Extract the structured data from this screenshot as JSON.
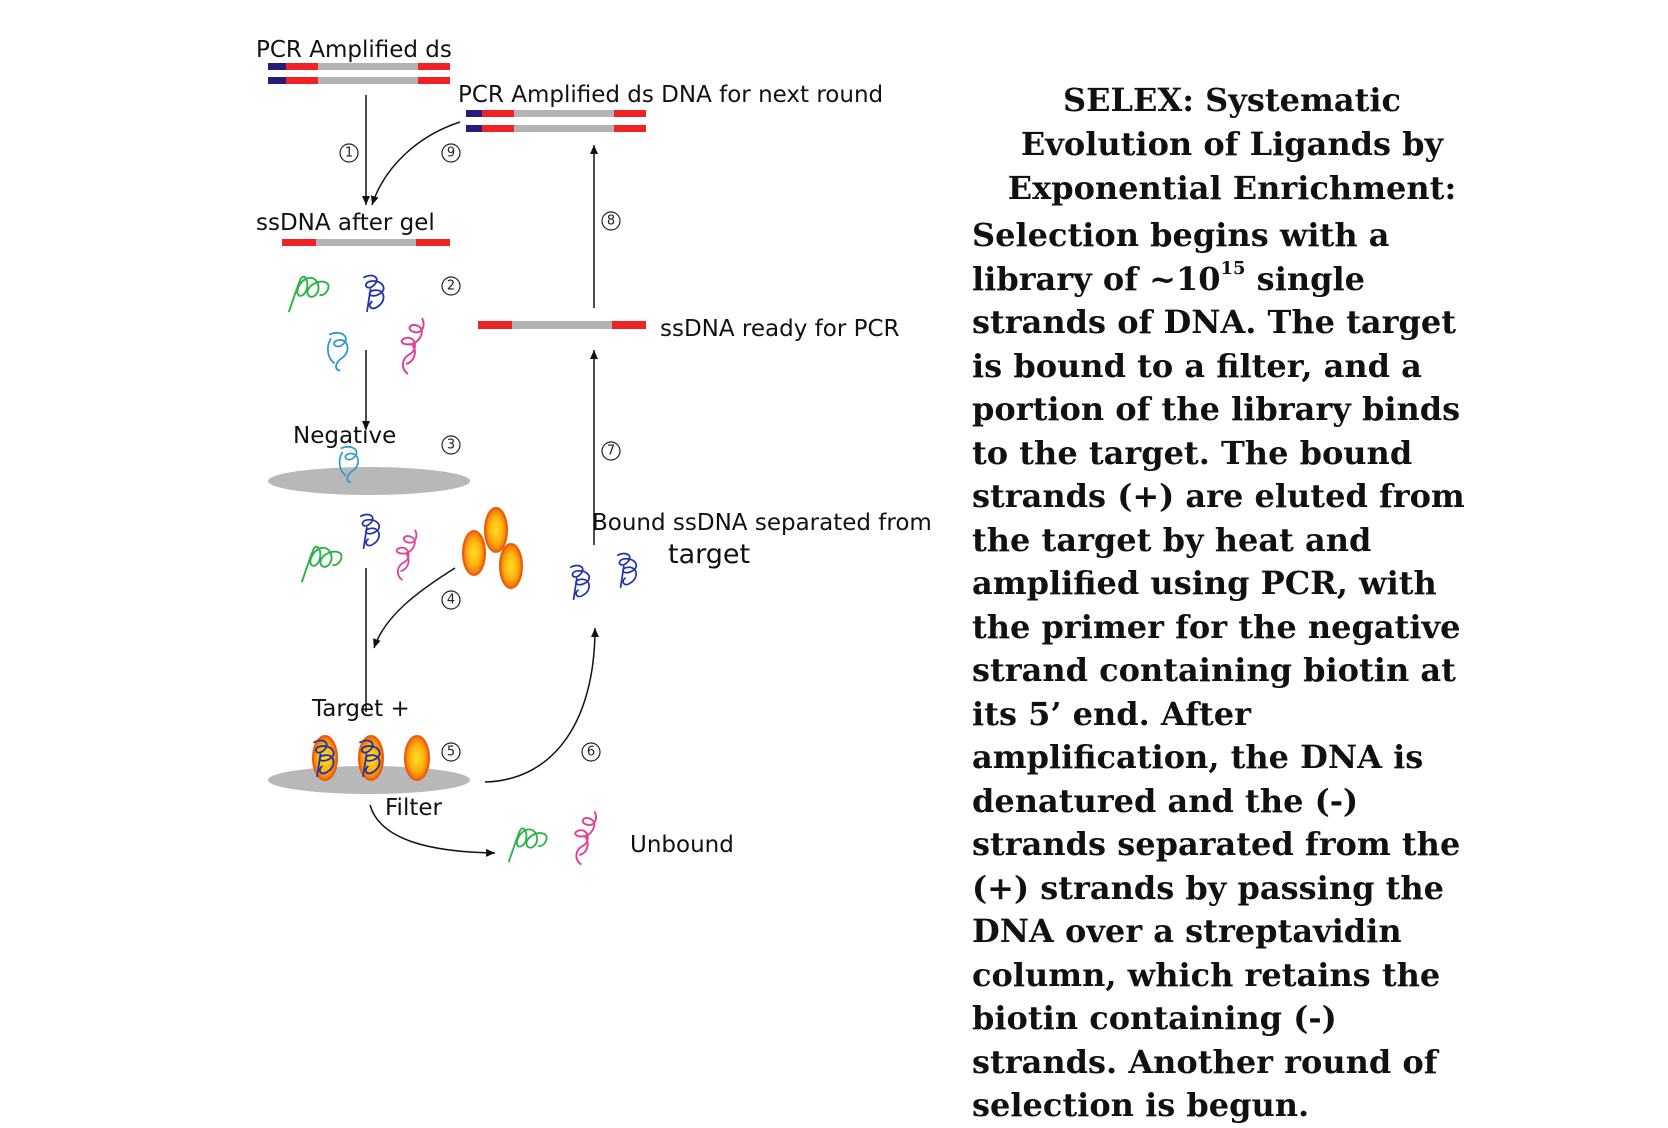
{
  "labels": {
    "pcr_amplified_ds": "PCR Amplified ds",
    "pcr_next_round": "PCR Amplified ds DNA for next round",
    "ssdna_after_gel": "ssDNA after gel",
    "ssdna_ready_pcr": "ssDNA ready for PCR",
    "negative": "Negative",
    "bound_separated": "Bound ssDNA separated from",
    "target_word": "target",
    "target_plus": "Target +",
    "filter": "Filter",
    "unbound": "Unbound"
  },
  "steps": [
    "1",
    "2",
    "3",
    "4",
    "5",
    "6",
    "7",
    "8",
    "9"
  ],
  "colors": {
    "primer_red": "#ee2424",
    "primer_blue": "#2a1a7a",
    "strand_gray": "#b3b3b3",
    "filter_gray": "#b8b8b8",
    "green_strand": "#2db34a",
    "blue_strand": "#2233aa",
    "cyan_strand": "#3399cc",
    "pink_strand": "#e0409a",
    "target_orange": "#f07010",
    "target_yellow": "#ffe020"
  },
  "description": {
    "title": "SELEX: Systematic Evolution of Ligands by Exponential Enrichment:",
    "body_pre": "Selection begins with a library of ~10",
    "body_exponent": "15",
    "body_post": " single strands of DNA. The target is bound to a filter, and a portion of the library binds to the target. The bound strands (+) are eluted from the target by heat and amplified using PCR, with the primer for the negative strand containing biotin at its 5’ end. After amplification, the DNA is denatured and the (-) strands separated from the (+) strands by passing the DNA over a streptavidin column, which retains the biotin containing (-) strands. Another round of selection is begun."
  }
}
